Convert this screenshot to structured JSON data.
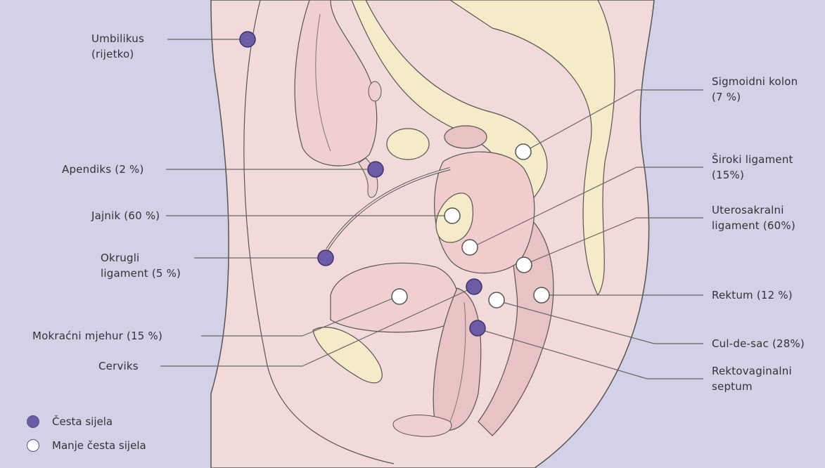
{
  "colors": {
    "background": "#d2d1e8",
    "tissue": "#f3dada",
    "tissue_dark": "#e9c3c3",
    "bowel": "#f5ebc8",
    "common_site": "#6c5ba6",
    "less_common_site": "#ffffff",
    "outline": "#555555"
  },
  "labels": {
    "umbilikus": [
      "Umbilikus",
      "(rijetko)"
    ],
    "apendiks": [
      "Apendiks (2 %)"
    ],
    "jajnik": [
      "Jajnik (60 %)"
    ],
    "okrugli": [
      "Okrugli",
      "ligament (5 %)"
    ],
    "mokracni": [
      "Mokraćni mjehur (15 %)"
    ],
    "cerviks": [
      "Cerviks"
    ],
    "sigmoidni": [
      "Sigmoidni kolon",
      "(7 %)"
    ],
    "siroki": [
      "Široki ligament",
      "(15%)"
    ],
    "uterosakralni": [
      "Uterosakralni",
      "ligament (60%)"
    ],
    "rektum": [
      "Rektum (12 %)"
    ],
    "culdesac": [
      "Cul-de-sac (28%)"
    ],
    "rektovaginalni": [
      "Rektovaginalni",
      "septum"
    ]
  },
  "legend": {
    "common": "Česta sijela",
    "less_common": "Manje česta sijela"
  }
}
